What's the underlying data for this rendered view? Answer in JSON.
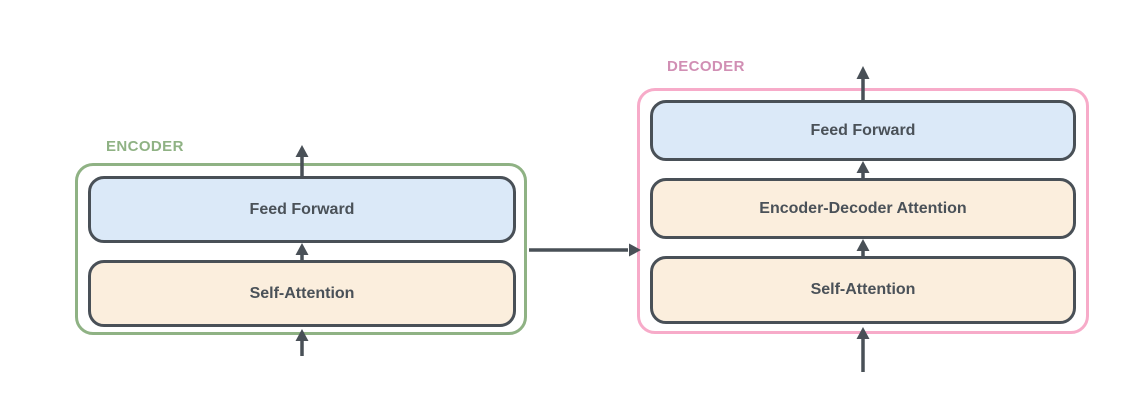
{
  "diagram": {
    "encoder": {
      "label": "ENCODER",
      "layers": [
        {
          "label": "Feed Forward",
          "kind": "feed-forward"
        },
        {
          "label": "Self-Attention",
          "kind": "attention"
        }
      ]
    },
    "decoder": {
      "label": "DECODER",
      "layers": [
        {
          "label": "Feed Forward",
          "kind": "feed-forward"
        },
        {
          "label": "Encoder-Decoder Attention",
          "kind": "attention"
        },
        {
          "label": "Self-Attention",
          "kind": "attention"
        }
      ]
    },
    "colors": {
      "feed_forward_fill": "#dbe9f8",
      "attention_fill": "#fbeedd",
      "node_border": "#495057",
      "arrow": "#495057",
      "encoder_border": "#8fb284",
      "encoder_label": "#8fb284",
      "decoder_border": "#f7abc9",
      "decoder_label": "#d18fb4",
      "text": "#4a5158",
      "background": "#ffffff"
    }
  }
}
